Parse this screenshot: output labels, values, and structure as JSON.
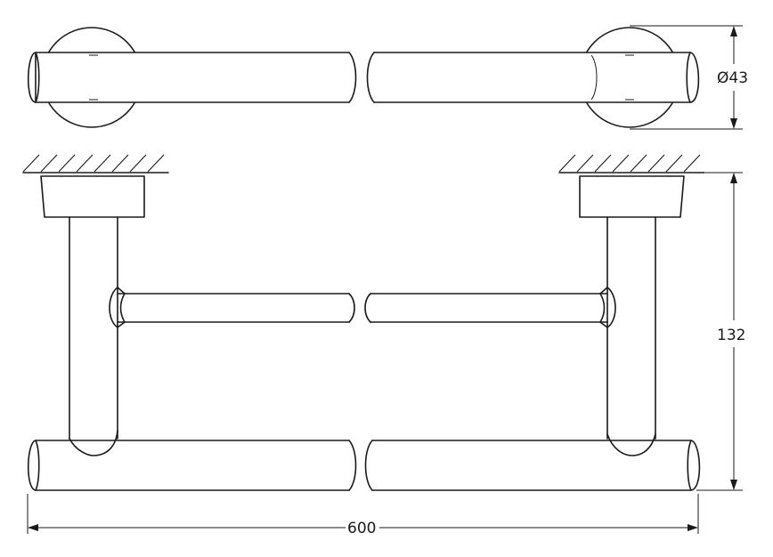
{
  "dimensions": {
    "diameter": "Ø43",
    "height": "132",
    "width": "600"
  }
}
